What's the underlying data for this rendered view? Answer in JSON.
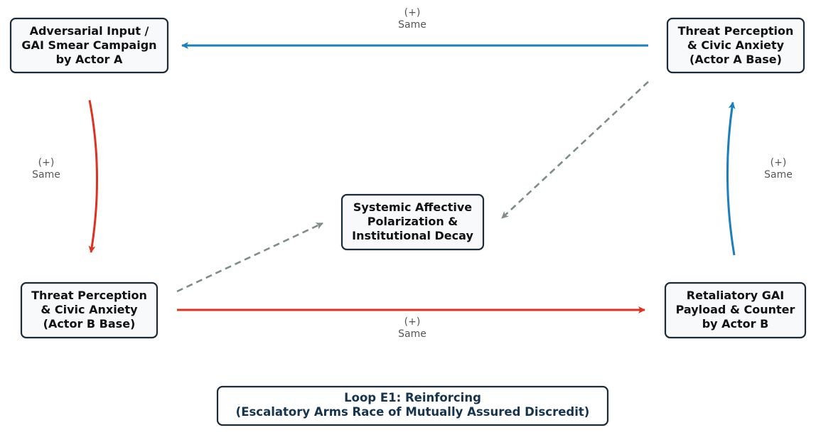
{
  "colors": {
    "blue": "#1b7fbd",
    "red": "#e0301e",
    "gray": "#7f8c8d"
  },
  "nodes": {
    "adversarial_input": [
      "Adversarial Input /",
      "GAI Smear Campaign",
      "by Actor A"
    ],
    "threat_a": [
      "Threat Perception",
      "& Civic Anxiety",
      "(Actor A Base)"
    ],
    "systemic": [
      "Systemic Affective",
      "Polarization &",
      "Institutional Decay"
    ],
    "threat_b": [
      "Threat Perception",
      "& Civic Anxiety",
      "(Actor B Base)"
    ],
    "retaliatory": [
      "Retaliatory GAI",
      "Payload & Counter",
      "by Actor B"
    ]
  },
  "edges": {
    "threat_a_to_input": {
      "polarity": "(+)",
      "label": "Same"
    },
    "input_to_threat_b": {
      "polarity": "(+)",
      "label": "Same"
    },
    "threat_b_to_retaliatory": {
      "polarity": "(+)",
      "label": "Same"
    },
    "retaliatory_to_threat_a": {
      "polarity": "(+)",
      "label": "Same"
    }
  },
  "loop_label": [
    "Loop E1: Reinforcing",
    "(Escalatory Arms Race of Mutually Assured Discredit)"
  ]
}
